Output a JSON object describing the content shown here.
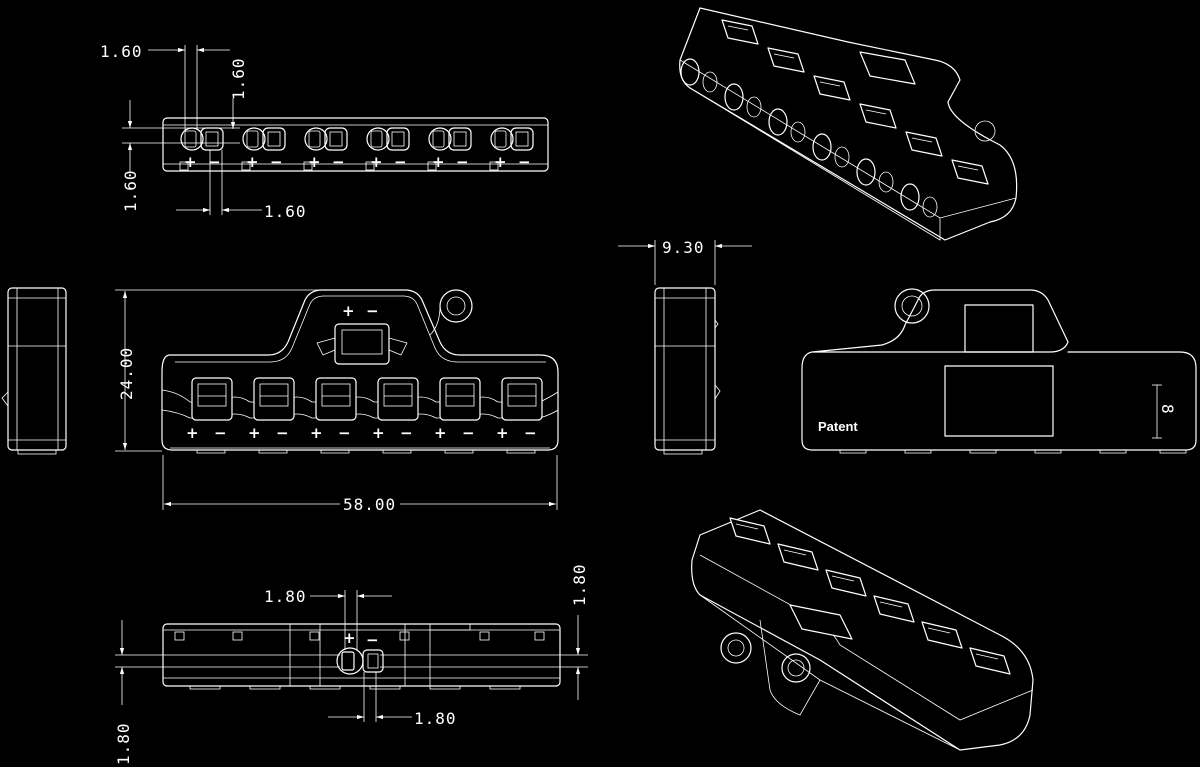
{
  "colors": {
    "background": "#000000",
    "line": "#ffffff"
  },
  "symbols": {
    "plus": "+",
    "minus": "−"
  },
  "brand_text": "Patent",
  "dimensions": {
    "top_pitch_x": "1.60",
    "top_pitch_v": "1.60",
    "top_side_v": "1.60",
    "top_bottom_x": "1.60",
    "height": "24.00",
    "length": "58.00",
    "depth": "9.30",
    "marker": "8",
    "bottom_top_x": "1.80",
    "bottom_right_v": "1.80",
    "bottom_left_v": "1.80",
    "bottom_bottom_x": "1.80"
  }
}
